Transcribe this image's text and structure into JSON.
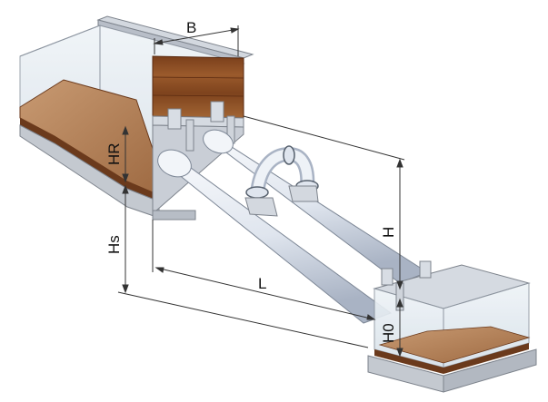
{
  "labels": {
    "b": "B",
    "hr": "HR",
    "hs": "Hs",
    "h": "H",
    "l": "L",
    "h0": "H0"
  },
  "colors": {
    "concrete": "#c9ced6",
    "concrete_dark": "#9aa0aa",
    "water": "#dfe8ef",
    "sediment": "#b07a4e",
    "sediment_dark": "#6b3a1c",
    "wood": "#8a4b22",
    "pipe": "#e6ebf3",
    "pipe_shade": "#a9b3c4",
    "line": "#333333"
  }
}
